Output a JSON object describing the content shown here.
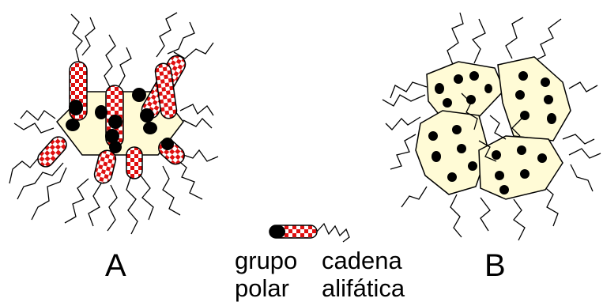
{
  "structure_a": {
    "label": "A",
    "core_color": "#fffbd6",
    "polar_color": "#e01010",
    "head_color": "#000000"
  },
  "structure_b": {
    "label": "B",
    "core_color": "#fffbd6",
    "dot_color": "#000000"
  },
  "legend": {
    "polar_group": [
      "grupo",
      "polar"
    ],
    "aliphatic_chain": [
      "cadena",
      "alifática"
    ]
  }
}
